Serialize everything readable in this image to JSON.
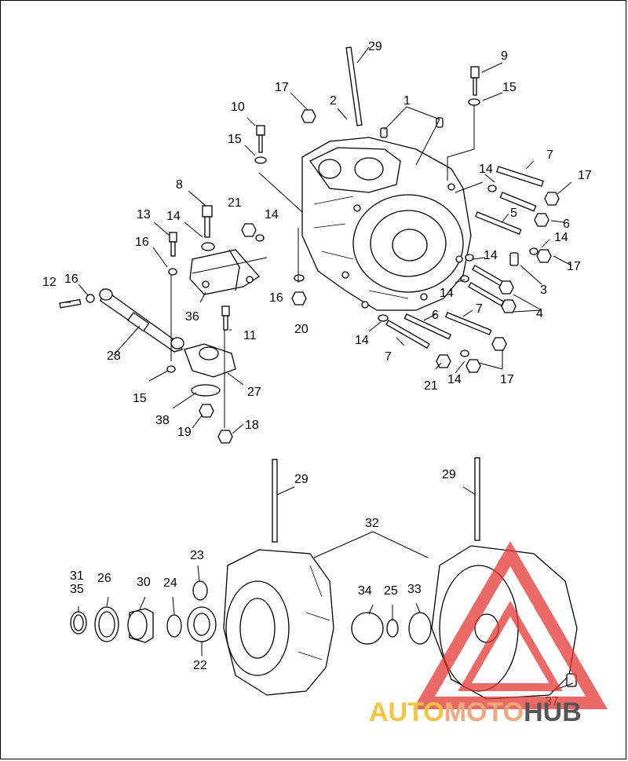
{
  "callouts": [
    "1",
    "2",
    "3",
    "4",
    "5",
    "6",
    "7",
    "8",
    "9",
    "10",
    "11",
    "12",
    "13",
    "14",
    "15",
    "16",
    "17",
    "18",
    "19",
    "20",
    "21",
    "22",
    "23",
    "24",
    "25",
    "26",
    "27",
    "28",
    "29",
    "30",
    "31",
    "32",
    "33",
    "34",
    "35",
    "36",
    "37",
    "38"
  ],
  "watermark": {
    "part1": "AUTO",
    "part2": "MOTO",
    "part3": "HUB",
    "color1": "#f5c542",
    "color2": "#f4a77a",
    "color3": "#555555",
    "triangle_color": "#e53935"
  }
}
